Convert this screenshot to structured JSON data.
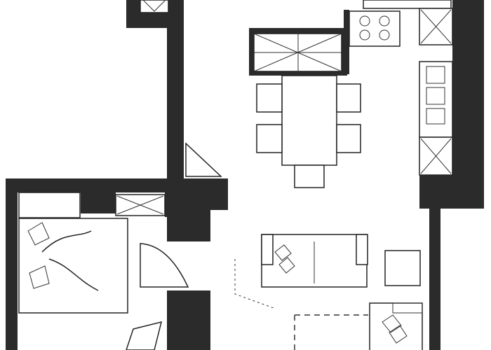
{
  "plan": {
    "colors": {
      "wall": "#2b2b2b",
      "background": "#ffffff",
      "line": "#222222"
    },
    "rooms": [
      "bedroom",
      "hallway",
      "living-area",
      "dining-area",
      "kitchen"
    ]
  }
}
